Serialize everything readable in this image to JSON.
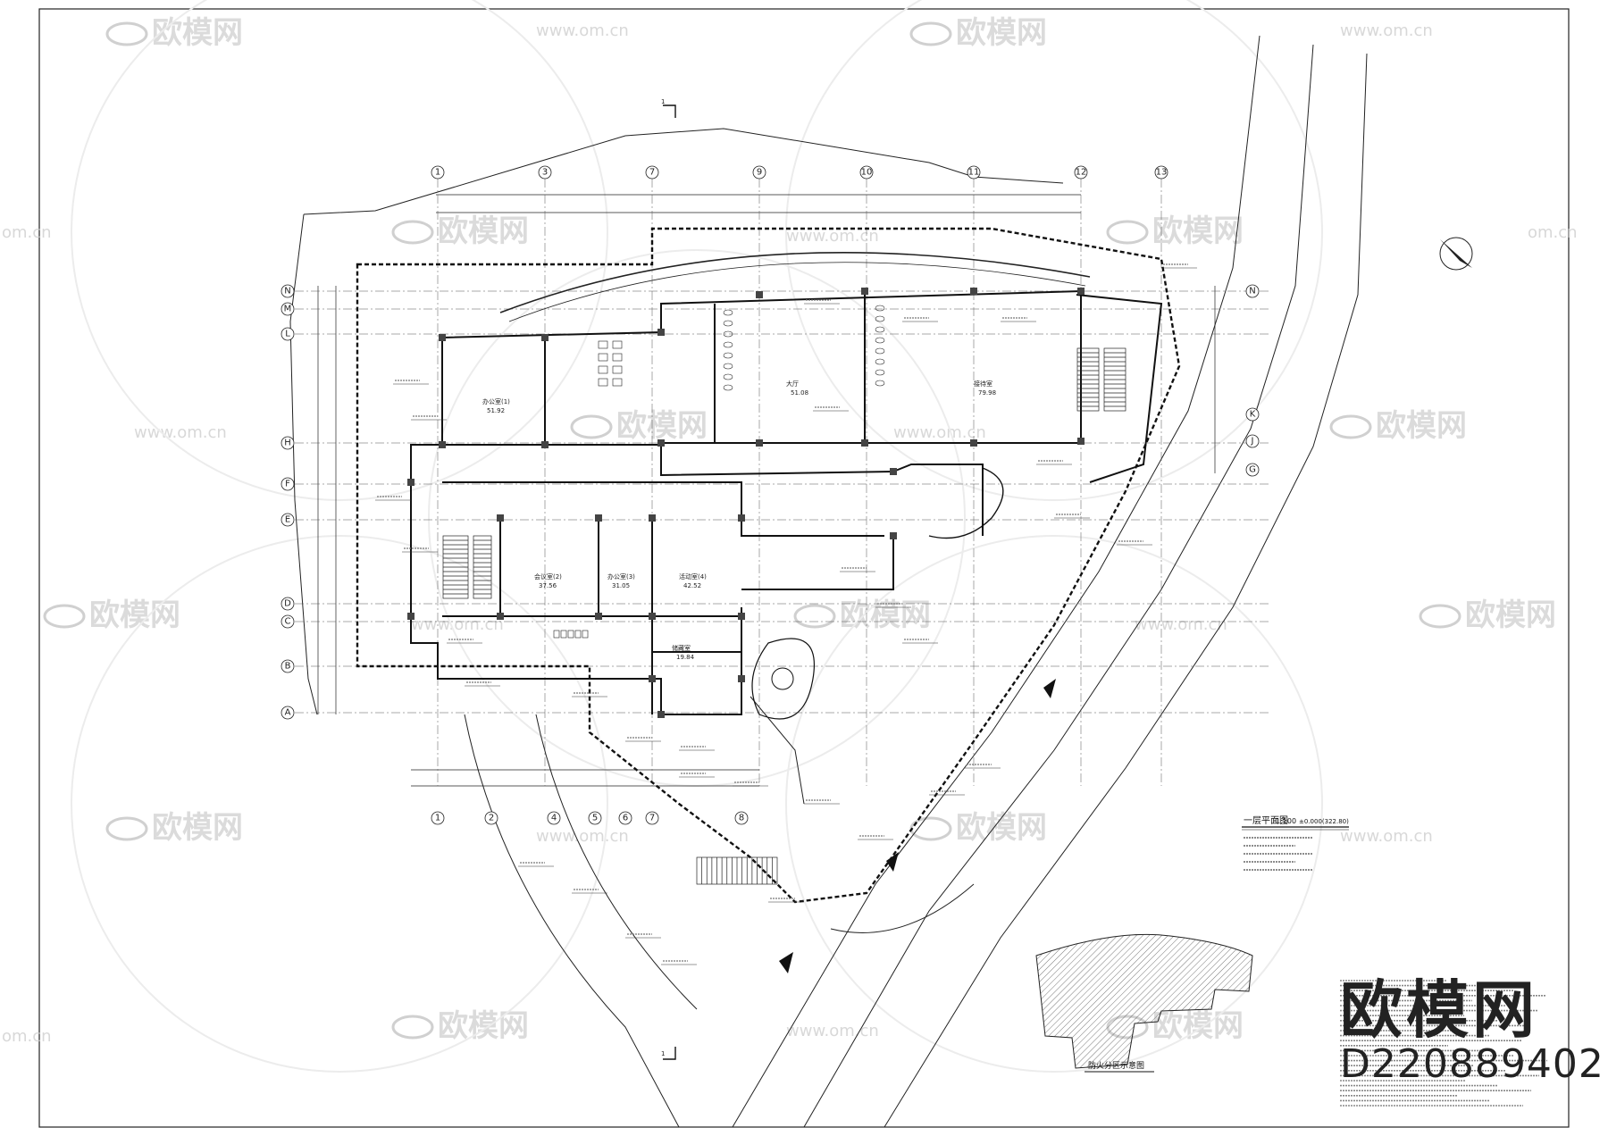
{
  "sheet": {
    "plan_title": "一层平面图",
    "plan_scale": "1:100",
    "elevation_note": "±0.000(322.80)",
    "inset_title": "防火分区示意图"
  },
  "grid_columns_top": [
    "1",
    "3",
    "7",
    "9",
    "10",
    "11",
    "12",
    "13"
  ],
  "grid_columns_bottom": [
    "1",
    "2",
    "4",
    "5",
    "6",
    "7",
    "8"
  ],
  "grid_rows_left": [
    "N",
    "M",
    "L",
    "H",
    "F",
    "E",
    "D",
    "C",
    "B",
    "A"
  ],
  "grid_rows_right": [
    "N",
    "K",
    "J",
    "G"
  ],
  "rooms": [
    {
      "label": "办公室(1)",
      "area": "51.92"
    },
    {
      "label": "会议室(2)",
      "area": "37.56"
    },
    {
      "label": "办公室(3)",
      "area": "31.05"
    },
    {
      "label": "活动室(4)",
      "area": "42.52"
    },
    {
      "label": "储藏室",
      "area": "19.84"
    },
    {
      "label": "大厅",
      "area": "51.08"
    },
    {
      "label": "接待室",
      "area": "79.98"
    }
  ],
  "watermark": {
    "brand": "欧模网",
    "url": "www.om.cn",
    "url_short": "om.cn"
  },
  "logo": {
    "text": "欧模网",
    "code": "D220889402"
  },
  "colors": {
    "line": "#222222",
    "watermark": "#cfcfcf",
    "background": "#ffffff"
  }
}
